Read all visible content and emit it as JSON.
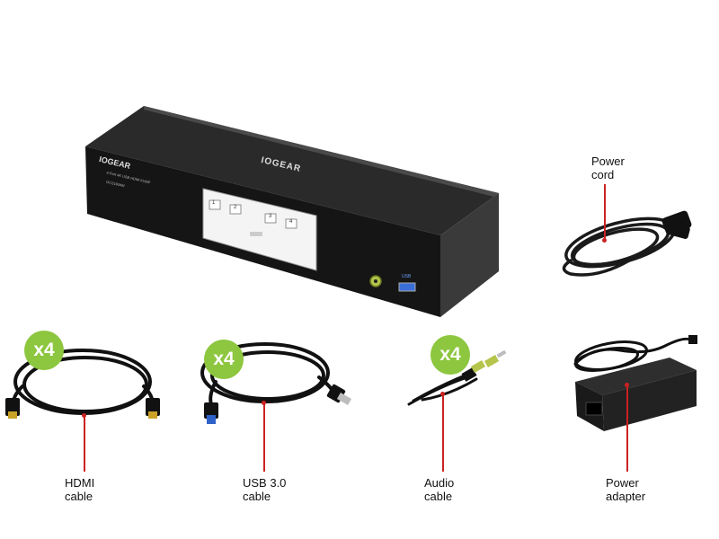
{
  "device": {
    "brand_top": "IOGEAR",
    "brand_front": "IOGEAR",
    "model_line1": "4-Port 4K USB HDMI KVMP",
    "model_line2": "GCS1934M",
    "port_labels": [
      "1",
      "2",
      "3",
      "4"
    ],
    "usb_label": "USB"
  },
  "accessories": [
    {
      "label": "Power\ncord"
    },
    {
      "label": "HDMI\ncable",
      "quantity": "x4"
    },
    {
      "label": "USB 3.0\ncable",
      "quantity": "x4"
    },
    {
      "label": "Audio\ncable",
      "quantity": "x4"
    },
    {
      "label": "Power\nadapter"
    }
  ],
  "colors": {
    "badge": "#8dc63f",
    "pointer": "#cc2222",
    "device": "#1a1a1a"
  }
}
